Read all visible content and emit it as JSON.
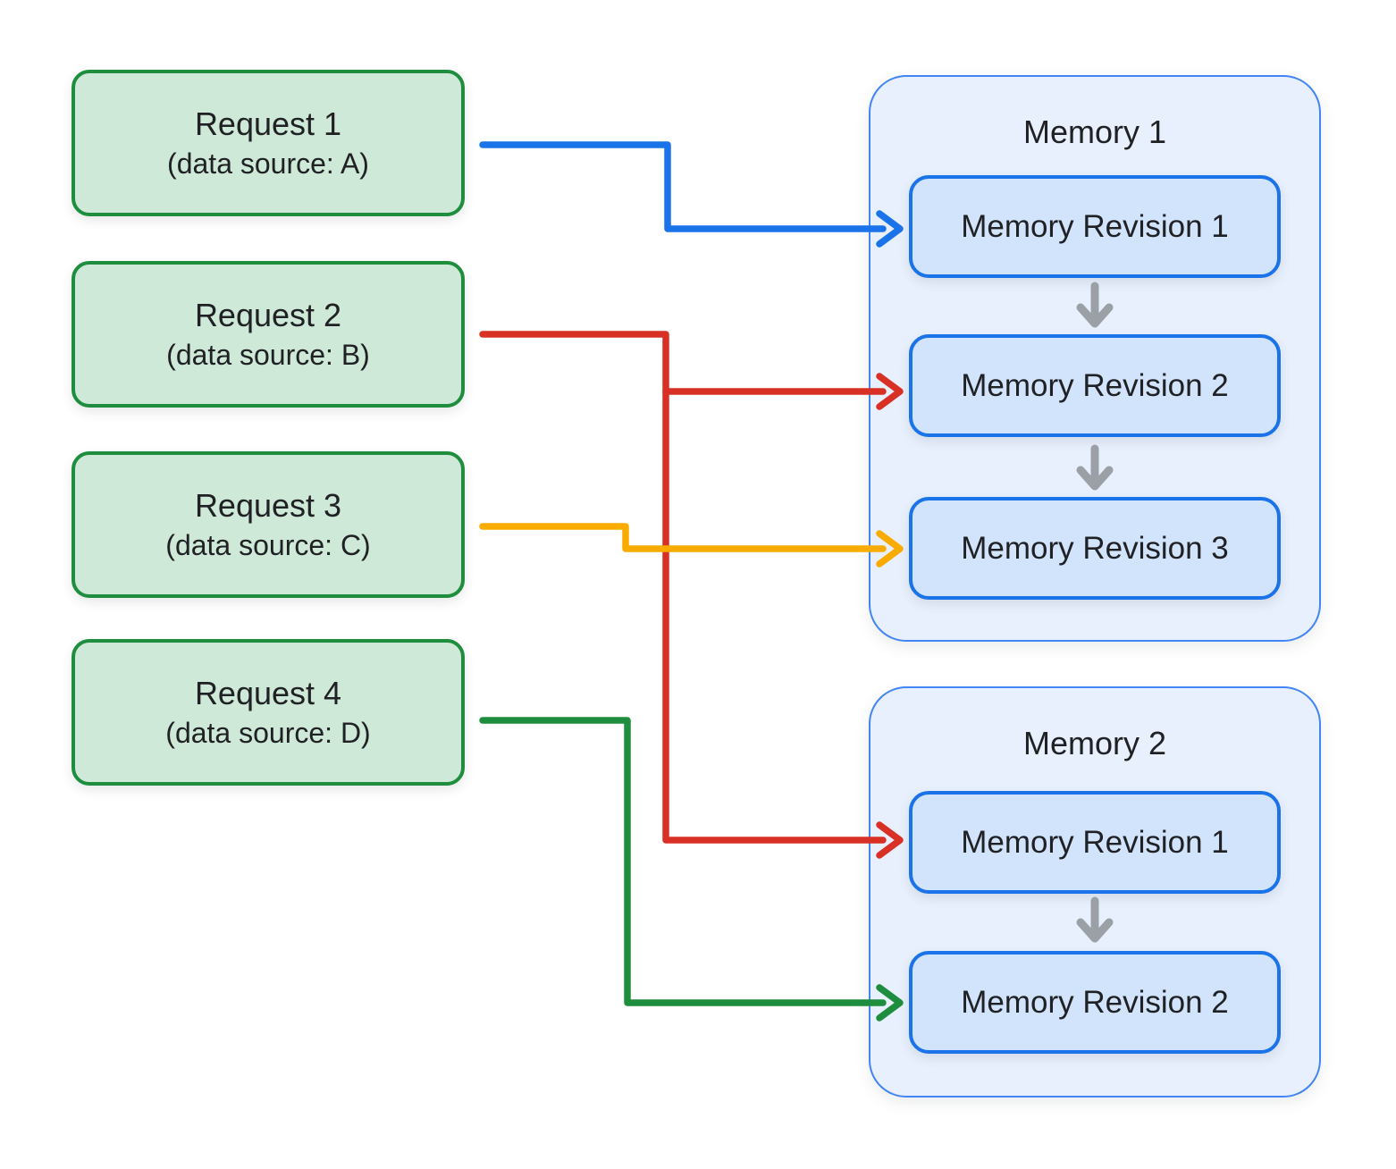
{
  "diagram": {
    "requests": [
      {
        "label": "Request 1",
        "sublabel": "(data source: A)"
      },
      {
        "label": "Request 2",
        "sublabel": "(data source: B)"
      },
      {
        "label": "Request 3",
        "sublabel": "(data source: C)"
      },
      {
        "label": "Request 4",
        "sublabel": "(data source: D)"
      }
    ],
    "memories": [
      {
        "title": "Memory 1",
        "revisions": [
          "Memory Revision 1",
          "Memory Revision 2",
          "Memory Revision 3"
        ]
      },
      {
        "title": "Memory 2",
        "revisions": [
          "Memory Revision 1",
          "Memory Revision 2"
        ]
      }
    ],
    "connectors": [
      {
        "name": "request-1-to-memory-1-revision-1",
        "color": "#1a73e8"
      },
      {
        "name": "request-2-to-memory-1-revision-2-and-memory-2-revision-1",
        "color": "#d93025"
      },
      {
        "name": "request-3-to-memory-1-revision-3",
        "color": "#f9ab00"
      },
      {
        "name": "request-4-to-memory-2-revision-2",
        "color": "#1e8e3e"
      }
    ],
    "colors": {
      "request_fill": "#cfe9d8",
      "request_border": "#1e8e3e",
      "memory_fill": "#e8f0fe",
      "memory_border": "#4285f4",
      "revision_fill": "#d2e3fc",
      "revision_border": "#1a73e8",
      "down_arrow": "#9aa0a6",
      "text": "#202124",
      "background": "#ffffff"
    }
  }
}
